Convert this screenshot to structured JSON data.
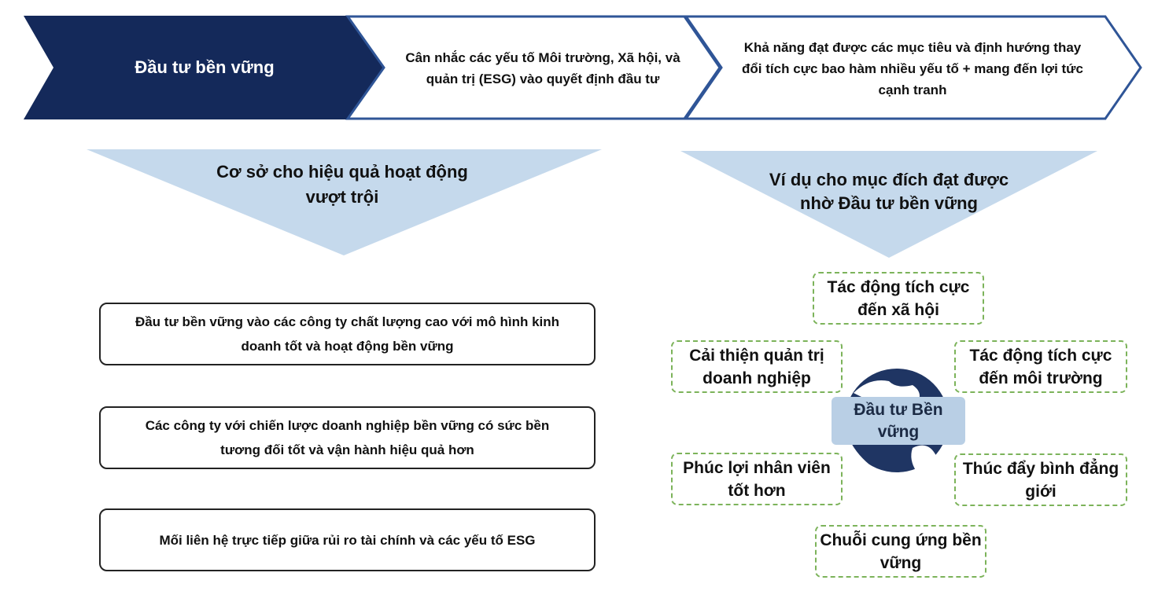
{
  "header": {
    "step1": "Đầu tư bền vững",
    "step2": "Cân nhắc các yếu tố Môi trường, Xã hội, và quản trị (ESG) vào quyết định đầu tư",
    "step3": "Khả năng đạt được các mục tiêu và định hướng thay đổi tích cực bao hàm nhiều yếu tố + mang đến lợi tức cạnh tranh"
  },
  "left": {
    "title": "Cơ sở cho hiệu quả hoạt động vượt trội",
    "items": [
      "Đầu tư bền vững vào các công ty chất lượng cao với mô hình kinh doanh tốt và hoạt động bền vững",
      "Các công ty với chiến lược doanh nghiệp bền vững có sức bền tương đối tốt và vận hành hiệu quả hơn",
      "Mối liên hệ trực tiếp giữa rủi ro tài chính và các yếu tố ESG"
    ]
  },
  "right": {
    "title": "Ví dụ cho mục đích đạt được nhờ Đầu tư bền vững",
    "center": "Đầu tư Bền vững",
    "goals": {
      "social": "Tác động tích cực đến xã hội",
      "governance": "Cải thiện quản trị doanh nghiệp",
      "environment": "Tác động tích cực đến môi trường",
      "employees": "Phúc lợi nhân viên tốt hơn",
      "gender": "Thúc đẩy bình đẳng giới",
      "supply": "Chuỗi cung ứng bền vững"
    }
  },
  "colors": {
    "navy": "#14295a",
    "light_blue": "#c5d9ec",
    "outline": "#2f5597",
    "green_dash": "#7cb35a"
  }
}
